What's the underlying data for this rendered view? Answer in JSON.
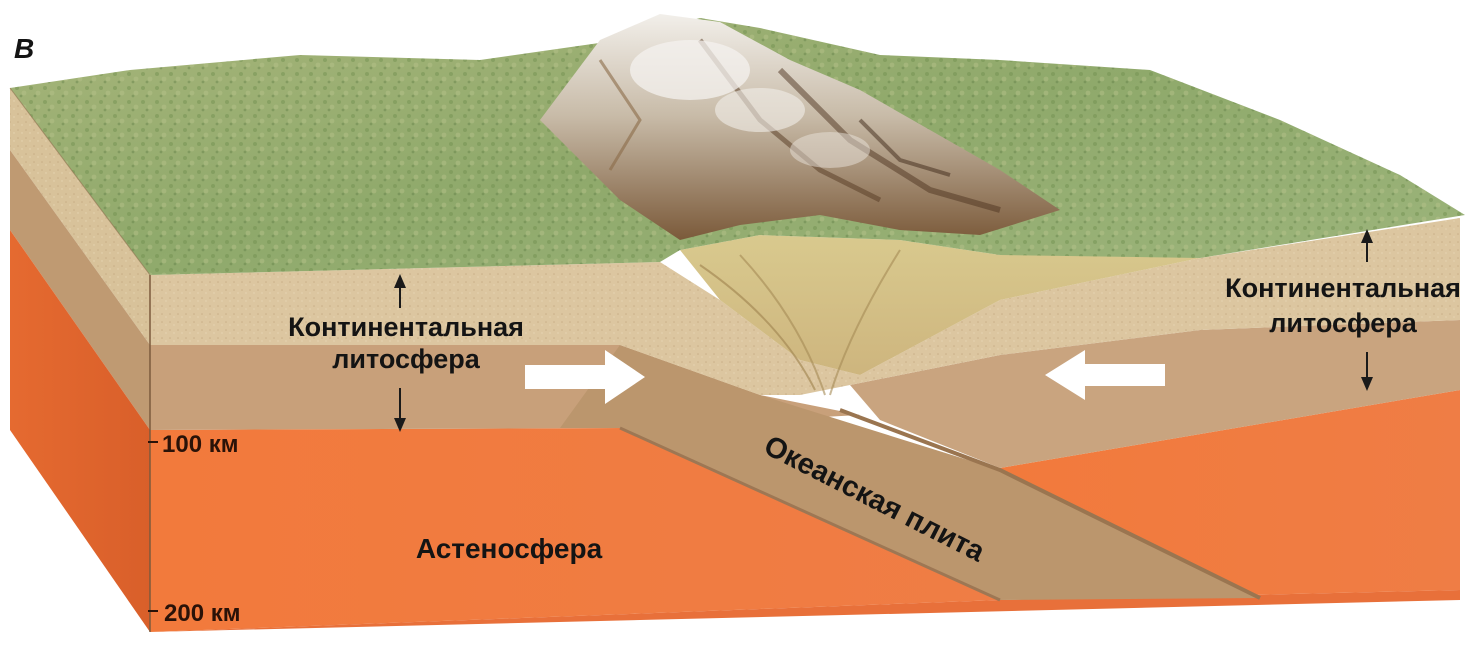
{
  "figure": {
    "panel_letter": "В",
    "labels": {
      "lithosphere_left_line1": "Континентальная",
      "lithosphere_left_line2": "литосфера",
      "lithosphere_right_line1": "Континентальная",
      "lithosphere_right_line2": "литосфера",
      "oceanic_plate": "Океанская плита",
      "asthenosphere": "Астеносфера",
      "depth_100": "100 км",
      "depth_200": "200 км"
    },
    "colors": {
      "asthenosphere": "#f07a3e",
      "asthenosphere_side": "#d9652e",
      "lithosphere_lower": "#c9a27a",
      "crust": "#ddc7a0",
      "oceanic_plate": "#b9946c",
      "terrain_green": "#8fa96b",
      "mountain_snow": "#ece8e4",
      "mountain_rock": "#6b4b30",
      "arrow_fill": "#ffffff",
      "text": "#141414"
    },
    "icons": [
      "arrow-right-icon",
      "arrow-left-icon",
      "double-arrow-thickness-icon"
    ]
  }
}
